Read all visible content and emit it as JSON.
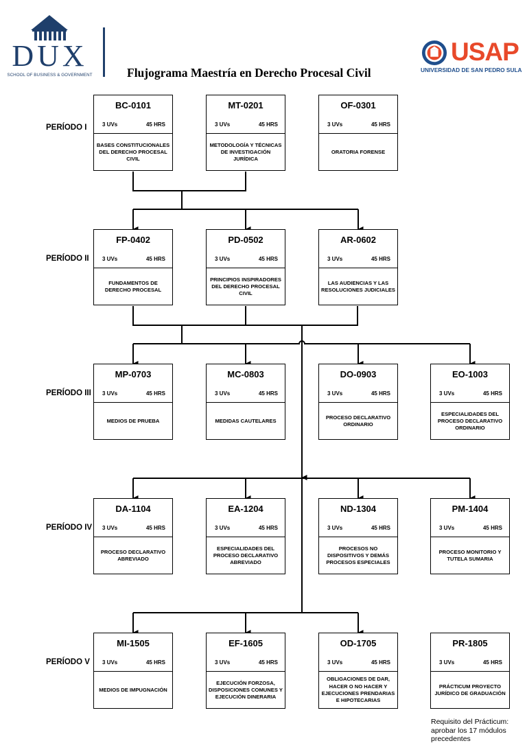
{
  "header": {
    "title": "Flujograma Maestría en Derecho Procesal Civil",
    "dux": {
      "word": "DUX",
      "tagline": "SCHOOL OF BUSINESS & GOVERNMENT"
    },
    "usap": {
      "word": "USAP",
      "subtitle": "UNIVERSIDAD DE SAN PEDRO SULA"
    },
    "colors": {
      "dux_blue": "#1f3f6b",
      "usap_orange": "#e8492a",
      "usap_blue": "#1f4e8c"
    }
  },
  "periods": [
    {
      "label": "PERÍODO I",
      "courses": [
        {
          "code": "BC-0101",
          "uvs": "3 UVs",
          "hrs": "45 HRS",
          "name": "BASES CONSTITUCIONALES DEL DERECHO  PROCESAL CIVIL"
        },
        {
          "code": "MT-0201",
          "uvs": "3 UVs",
          "hrs": "45 HRS",
          "name": "METODOLOGÍA Y TÉCNICAS DE INVESTIGACIÓN JURÍDICA"
        },
        {
          "code": "OF-0301",
          "uvs": "3 UVs",
          "hrs": "45 HRS",
          "name": "ORATORIA FORENSE"
        }
      ]
    },
    {
      "label": "PERÍODO II",
      "courses": [
        {
          "code": "FP-0402",
          "uvs": "3 UVs",
          "hrs": "45 HRS",
          "name": "FUNDAMENTOS DE DERECHO PROCESAL"
        },
        {
          "code": "PD-0502",
          "uvs": "3 UVs",
          "hrs": "45 HRS",
          "name": "PRINCIPIOS INSPIRADORES DEL DERECHO PROCESAL CIVIL"
        },
        {
          "code": "AR-0602",
          "uvs": "3 UVs",
          "hrs": "45 HRS",
          "name": "LAS AUDIENCIAS Y LAS RESOLUCIONES JUDICIALES"
        }
      ]
    },
    {
      "label": "PERÍODO III",
      "courses": [
        {
          "code": "MP-0703",
          "uvs": "3 UVs",
          "hrs": "45 HRS",
          "name": "MEDIOS DE PRUEBA"
        },
        {
          "code": "MC-0803",
          "uvs": "3 UVs",
          "hrs": "45 HRS",
          "name": "MEDIDAS CAUTELARES"
        },
        {
          "code": "DO-0903",
          "uvs": "3 UVs",
          "hrs": "45 HRS",
          "name": "PROCESO DECLARATIVO ORDINARIO"
        },
        {
          "code": "EO-1003",
          "uvs": "3 UVs",
          "hrs": "45 HRS",
          "name": "ESPECIALIDADES DEL PROCESO DECLARATIVO ORDINARIO"
        }
      ]
    },
    {
      "label": "PERÍODO IV",
      "courses": [
        {
          "code": "DA-1104",
          "uvs": "3 UVs",
          "hrs": "45 HRS",
          "name": "PROCESO DECLARATIVO ABREVIADO"
        },
        {
          "code": "EA-1204",
          "uvs": "3 UVs",
          "hrs": "45 HRS",
          "name": "ESPECIALIDADES DEL PROCESO DECLARATIVO ABREVIADO"
        },
        {
          "code": "ND-1304",
          "uvs": "3 UVs",
          "hrs": "45 HRS",
          "name": "PROCESOS NO DISPOSITIVOS Y DEMÁS PROCESOS ESPECIALES"
        },
        {
          "code": "PM-1404",
          "uvs": "3 UVs",
          "hrs": "45 HRS",
          "name": "PROCESO MONITORIO Y TUTELA SUMARIA"
        }
      ]
    },
    {
      "label": "PERÍODO V",
      "courses": [
        {
          "code": "MI-1505",
          "uvs": "3 UVs",
          "hrs": "45 HRS",
          "name": "MEDIOS DE IMPUGNACIÓN"
        },
        {
          "code": "EF-1605",
          "uvs": "3 UVs",
          "hrs": "45 HRS",
          "name": "EJECUCIÓN FORZOSA, DISPOSICIONES COMUNES Y EJECUCIÓN DINERARIA"
        },
        {
          "code": "OD-1705",
          "uvs": "3 UVs",
          "hrs": "45 HRS",
          "name": "OBLIGACIONES DE DAR, HACER O NO HACER Y EJECUCIONES PRENDARIAS E HIPOTECARIAS"
        },
        {
          "code": "PR-1805",
          "uvs": "3 UVs",
          "hrs": "45 HRS",
          "name": "PRÁCTICUM PROYECTO JURÍDICO DE GRADUACIÓN"
        }
      ]
    }
  ],
  "note": "Requisito del Prácticum: aprobar los 17 módulos precedentes"
}
